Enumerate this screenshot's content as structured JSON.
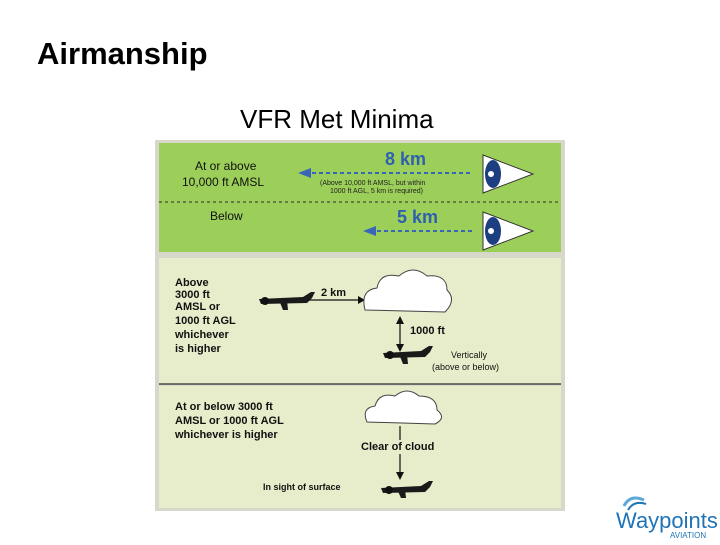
{
  "slide": {
    "title": "Airmanship",
    "subtitle": "VFR Met Minima"
  },
  "panel1": {
    "label_above_line1": "At or above",
    "label_above_line2": "10,000 ft AMSL",
    "distance_above": "8 km",
    "note_line1": "(Above 10,000 ft AMSL, but within",
    "note_line2": "1000 ft AGL, 5 km is required)",
    "label_below": "Below",
    "distance_below": "5 km"
  },
  "panel2": {
    "label_lines": [
      "Above",
      "3000 ft",
      "AMSL or",
      "1000 ft AGL",
      "whichever",
      "is higher"
    ],
    "horizontal_distance": "2 km",
    "vertical_distance": "1000 ft",
    "vertical_note_line1": "Vertically",
    "vertical_note_line2": "(above or below)"
  },
  "panel3": {
    "label_lines": [
      "At or below 3000 ft",
      "AMSL or 1000 ft AGL",
      "whichever is higher"
    ],
    "clear_of_cloud": "Clear of cloud",
    "in_sight": "In sight of surface"
  },
  "logo": {
    "name": "Waypoints",
    "sub": "AVIATION"
  },
  "colors": {
    "panel_green": "#9ccf59",
    "panel_light": "#e7edca",
    "arrow_blue": "#4f7fc7",
    "logo_blue": "#1f74b7"
  }
}
